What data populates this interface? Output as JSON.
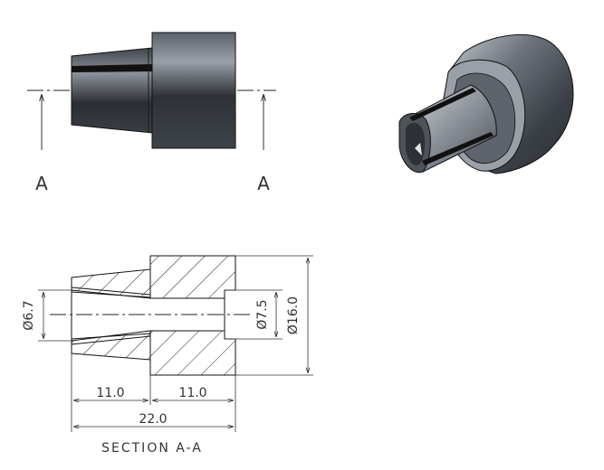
{
  "drawing": {
    "section_markers": [
      "A",
      "A"
    ],
    "section_title": "SECTION A-A",
    "dimensions": {
      "bore_diameter": "Ø6.7",
      "counterbore_diameter": "Ø7.5",
      "outer_diameter": "Ø16.0",
      "nose_length": "11.0",
      "body_length": "11.0",
      "overall_length": "22.0"
    }
  },
  "colors": {
    "line": "#1a1a1a",
    "metal_dark": "#3a3f46",
    "metal_light": "#c9ced4",
    "dim_line": "#333333"
  }
}
